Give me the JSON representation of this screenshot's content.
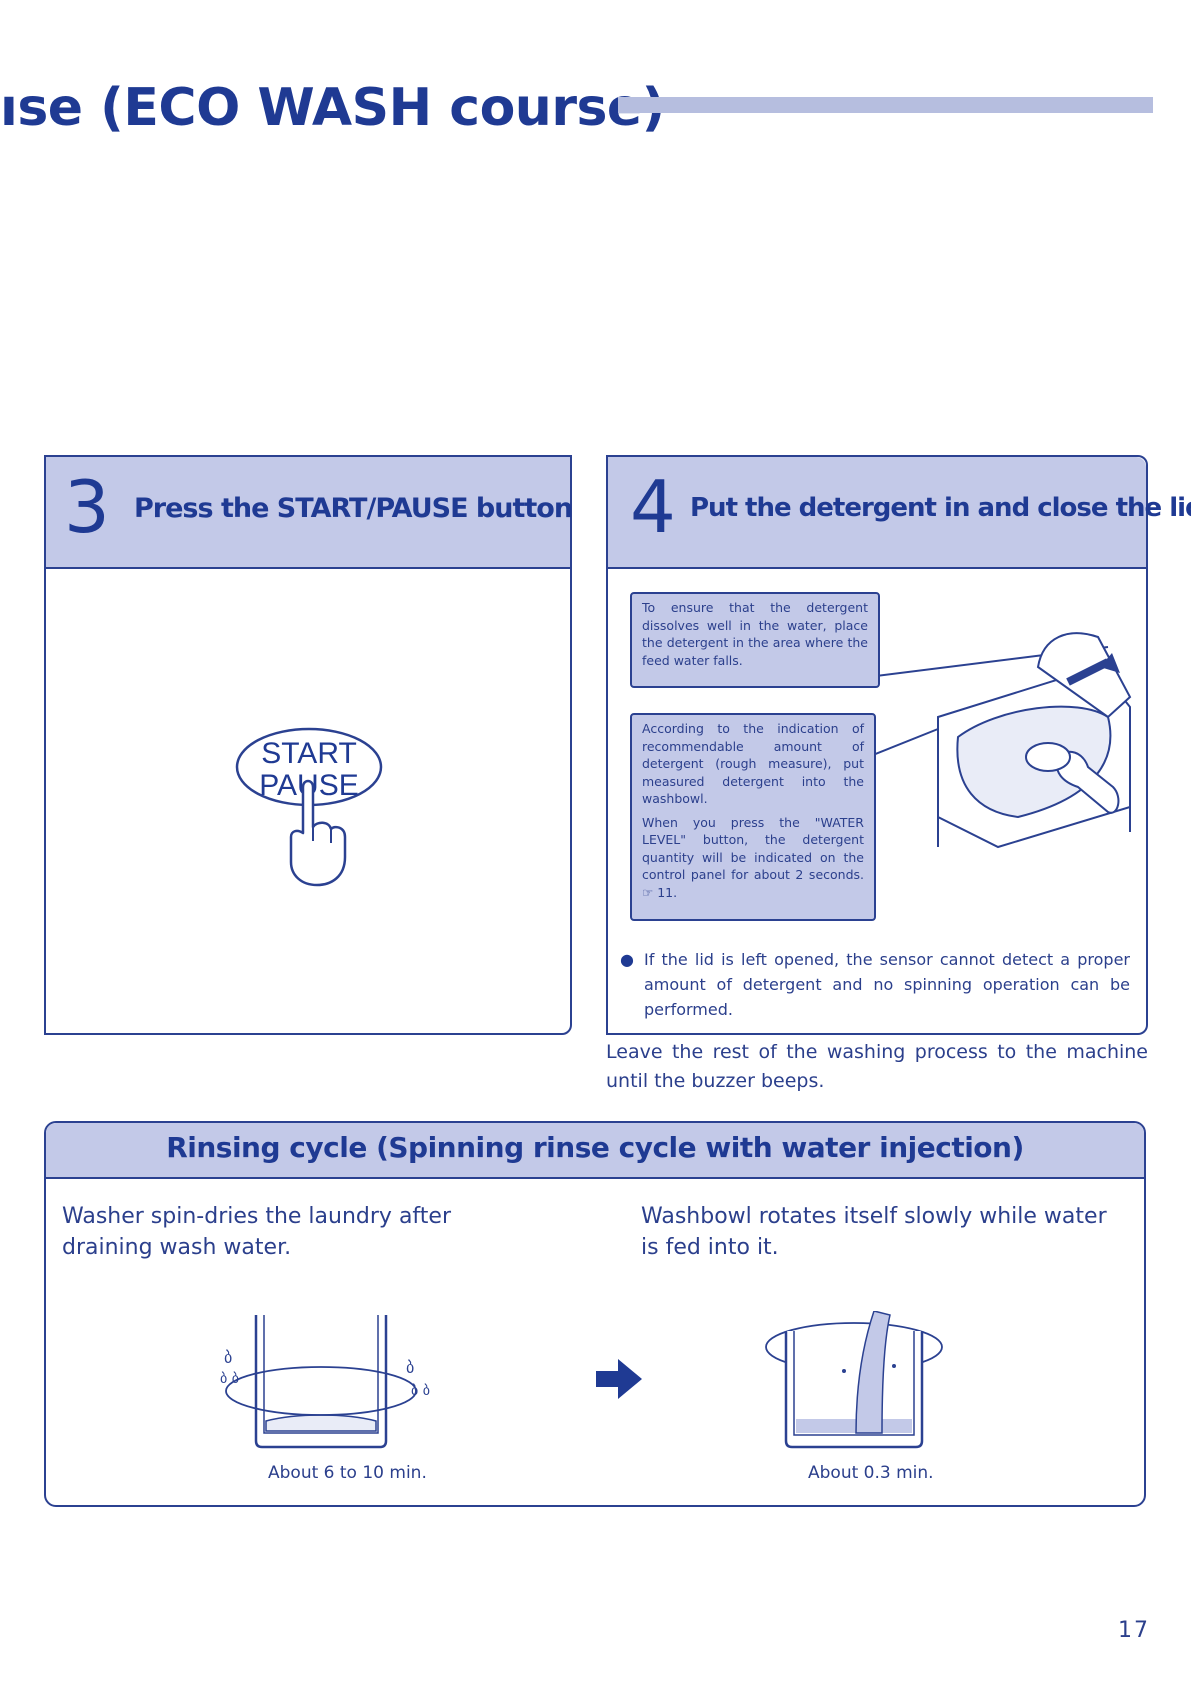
{
  "header": {
    "title": "ıse (ECO WASH course)"
  },
  "step3": {
    "number": "3",
    "heading": "Press the START/PAUSE button",
    "button_line1": "START",
    "button_line2": "PAUSE"
  },
  "step4": {
    "number": "4",
    "heading": "Put the detergent in and close the lid",
    "note1": "To ensure that the detergent dissolves well in the water, place the detergent in the area where the feed water falls.",
    "note2a": "According to the indication of recommendable amount of detergent (rough measure), put measured detergent into the washbowl.",
    "note2b": "When you press the \"WATER LEVEL\" button, the detergent quantity will be indicated on the control panel for about 2 seconds.",
    "note2_ref": "11.",
    "bullet": "If the lid is left opened, the sensor cannot detect a proper amount of detergent and no spinning operation can be performed."
  },
  "after_steps": "Leave the rest of the washing process to the machine until the buzzer beeps.",
  "rinse": {
    "title": "Rinsing cycle (Spinning rinse cycle with water injection)",
    "left_desc": "Washer spin-dries the laundry after draining wash water.",
    "right_desc": "Washbowl rotates itself slowly while water is fed into it.",
    "left_caption": "About 6 to 10 min.",
    "right_caption": "About 0.3 min."
  },
  "page_number": "17",
  "colors": {
    "accent": "#1f3a93",
    "panel_fill": "#c3c9e8",
    "border": "#2b4191"
  },
  "icons": [
    "hand-pointer-icon",
    "pointing-hand-ref-icon",
    "arrow-right-icon"
  ]
}
